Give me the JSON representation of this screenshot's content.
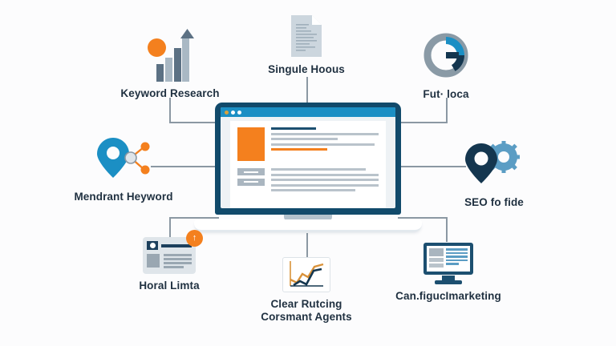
{
  "diagram": {
    "title": "SEO content marketing hub diagram",
    "center": {
      "name": "laptop-browser-mockup",
      "titlebar_dots": [
        "#d9a23c",
        "#ffffff",
        "#ffffff"
      ],
      "titlebar_color": "#1b8fc4",
      "frame_color": "#114a6b",
      "hero_block_color": "#f4801e"
    },
    "palette": {
      "background": "#fcfcfd",
      "connector": "#8b98a3",
      "text": "#1f3040",
      "orange": "#f4801e",
      "navy": "#1c4f70",
      "dark_navy": "#14364f",
      "blue": "#1b8fc4",
      "light_blue": "#5b9dc4",
      "slate": "#5c7184",
      "light_gray": "#a9b8c4"
    },
    "nodes": [
      {
        "id": "keyword-research",
        "label": "Keyword Research",
        "icon": "bar-chart-growth-icon"
      },
      {
        "id": "single-hoous",
        "label": "Singule Hoous",
        "icon": "document-icon"
      },
      {
        "id": "fut-loca",
        "label": "Fut· loca",
        "icon": "donut-chart-icon"
      },
      {
        "id": "mendrant-heyword",
        "label": "Mendrant Heyword",
        "icon": "map-pin-share-icon"
      },
      {
        "id": "seo-fo-fide",
        "label": "SEO fo fide",
        "icon": "map-pin-gear-icon"
      },
      {
        "id": "horal-limta",
        "label": "Horal Limta",
        "icon": "article-card-icon",
        "badge": "↑"
      },
      {
        "id": "clear-rutcing",
        "label": "Clear Rutcing\nCorsmant Agents",
        "icon": "trend-lines-icon"
      },
      {
        "id": "configd-marketing",
        "label": "Can.figucImarketing",
        "icon": "desktop-monitor-icon"
      }
    ]
  }
}
